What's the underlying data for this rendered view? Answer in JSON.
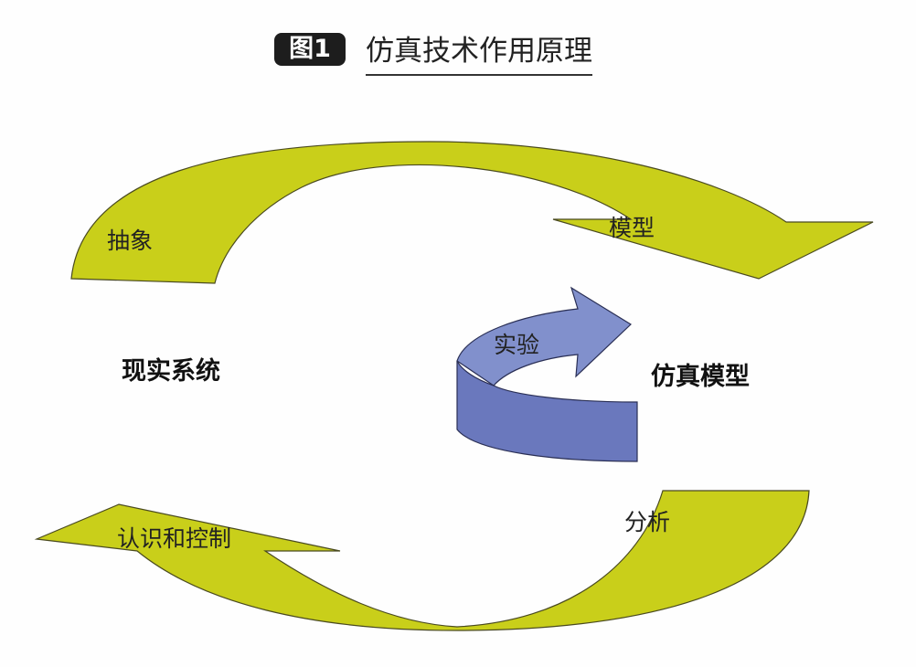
{
  "title": {
    "badge": "图1",
    "text": "仿真技术作用原理"
  },
  "nodes": {
    "real_system": "现实系统",
    "sim_model": "仿真模型"
  },
  "arrows": {
    "abstract": "抽象",
    "model": "模型",
    "experiment": "实验",
    "analysis": "分析",
    "understand_control": "认识和控制"
  },
  "colors": {
    "yellow_arrow": "#c9cf1a",
    "blue_arrow": "#7a87c4"
  }
}
